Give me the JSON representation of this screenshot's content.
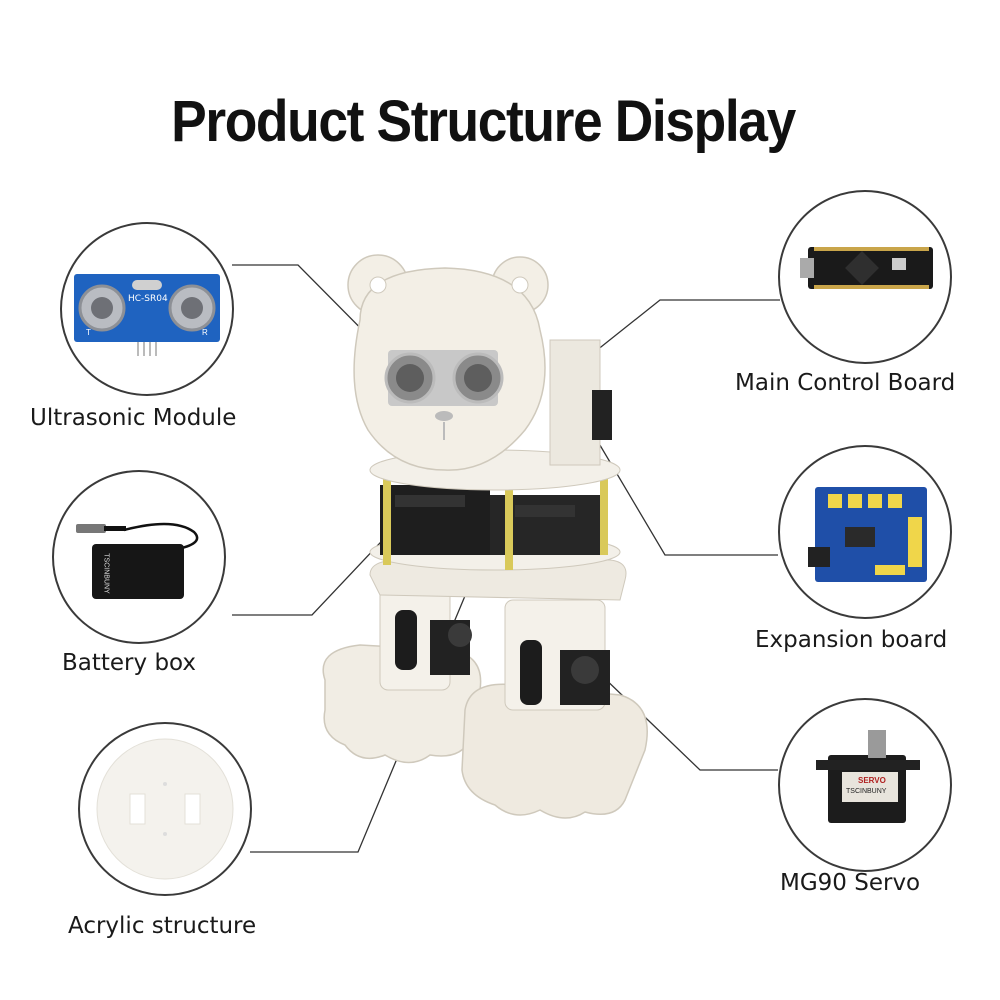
{
  "title": "Product Structure Display",
  "components": {
    "ultrasonic": {
      "label": "Ultrasonic Module",
      "chip_text": "HC-SR04",
      "pin_t": "T",
      "pin_r": "R"
    },
    "battery": {
      "label": "Battery box",
      "brand": "TSCINBUNY"
    },
    "acrylic": {
      "label": "Acrylic structure"
    },
    "main_board": {
      "label": "Main Control Board"
    },
    "expansion": {
      "label": "Expansion board"
    },
    "servo": {
      "label": "MG90 Servo",
      "sticker_text": "SERVO",
      "brand": "TSCINBUNY"
    }
  },
  "colors": {
    "title": "#111111",
    "leader_line": "#333333",
    "acrylic": "#f1ede4",
    "servo_body": "#1c1c1c",
    "standoff": "#d9c95a",
    "pcb_blue": "#1f4fa8",
    "nano_black": "#1a1a1a"
  }
}
